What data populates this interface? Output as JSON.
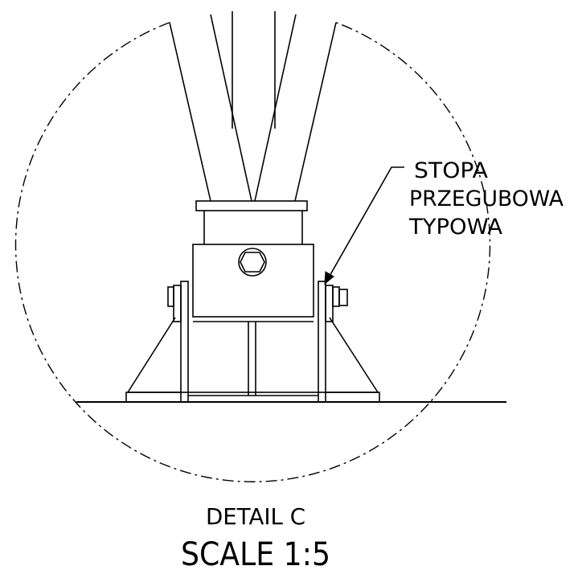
{
  "callout": {
    "lines": [
      "STOPA",
      "PRZEGUBOWA",
      "TYPOWA"
    ]
  },
  "caption": {
    "detail": "DETAIL C",
    "scale": "SCALE 1:5"
  },
  "colors": {
    "ink": "#000000",
    "paper": "#ffffff"
  }
}
